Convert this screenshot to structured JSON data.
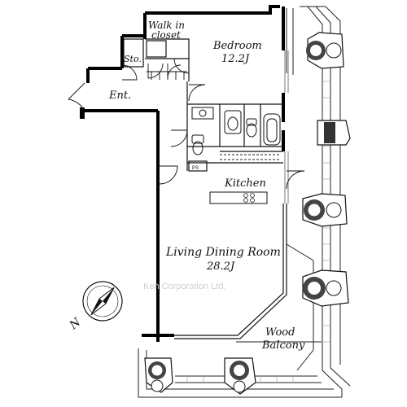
{
  "rooms": {
    "walk_in_closet_line1": "Walk in",
    "walk_in_closet_line2": "closet",
    "bedroom_name": "Bedroom",
    "bedroom_size": "12.2J",
    "storage": "Sto.",
    "entrance": "Ent.",
    "kitchen": "Kitchen",
    "living_name": "Living Dining Room",
    "living_size": "28.2J",
    "balcony_line1": "Wood",
    "balcony_line2": "Balcony",
    "pipe_space": "PS"
  },
  "watermark": "Ken Corporation Ltd.",
  "compass": {
    "north_letter": "N"
  },
  "colors": {
    "wall": "#000000",
    "thin_line": "#222222",
    "watermark": "#cfcfcf"
  }
}
